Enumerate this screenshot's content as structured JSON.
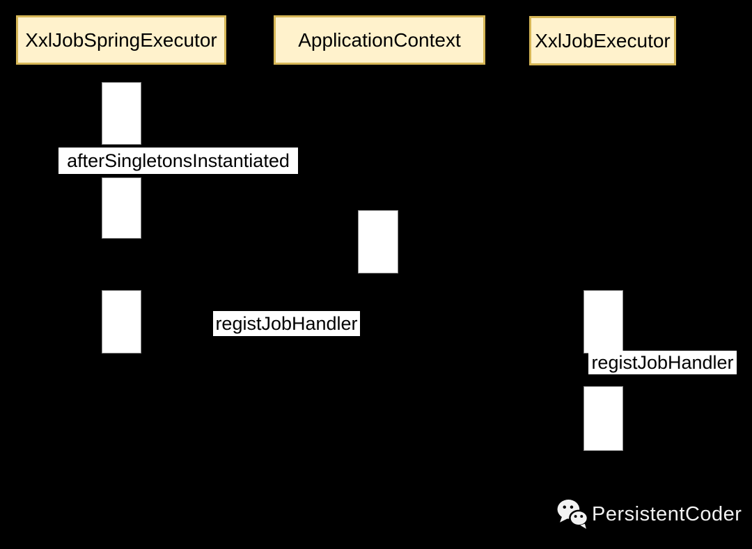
{
  "diagram": {
    "type": "sequence-diagram",
    "colors": {
      "background": "#000000",
      "participant_fill": "#FFF2CC",
      "participant_border": "#D6B656",
      "participant_text": "#000000",
      "activation_fill": "#FFFFFF",
      "message_label_bg": "#FFFFFF",
      "message_label_text": "#000000"
    },
    "participants": [
      {
        "name": "XxlJobSpringExecutor"
      },
      {
        "name": "ApplicationContext"
      },
      {
        "name": "XxlJobExecutor"
      }
    ],
    "message_labels": [
      {
        "text": "afterSingletonsInstantiated"
      },
      {
        "text": "registJobHandler"
      },
      {
        "text": "registJobHandler"
      }
    ]
  },
  "watermark": {
    "text": "PersistentCoder",
    "icon": "wechat-icon",
    "color": "#F2F2F2"
  }
}
